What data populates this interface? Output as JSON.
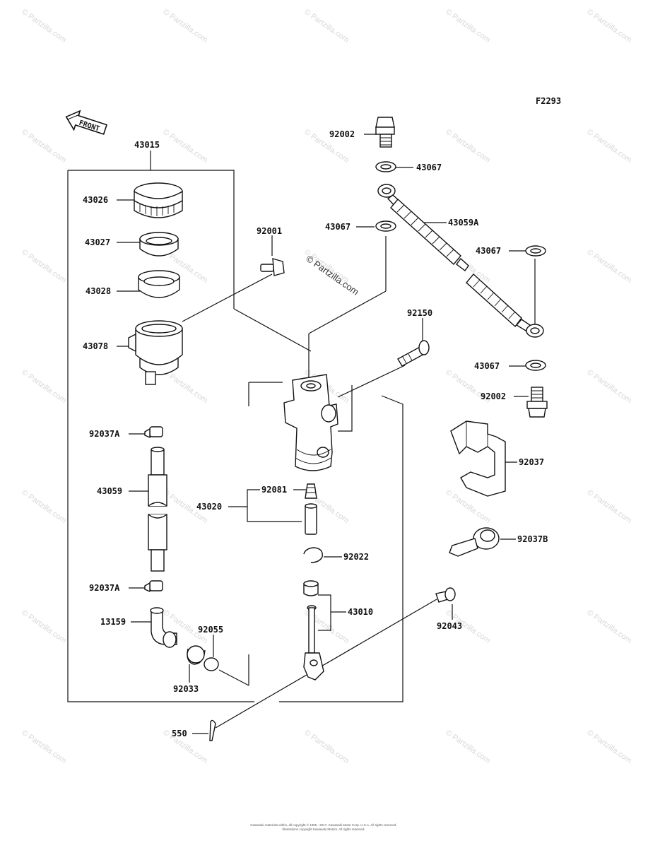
{
  "figure_code": "F2293",
  "front_label": "FRONT",
  "watermark": "© Partzilla.com",
  "center_watermark": "© Partzilla.com",
  "footer": {
    "line1": "Kawasaki materials within, all copyright © 1995 - 2017, Kawasaki Motor Corp. U.S.A. All rights reserved.",
    "line2": "Illustrations copyright Kawasaki Motors. All rights reserved."
  },
  "parts": {
    "p43015": "43015",
    "p43026": "43026",
    "p43027": "43027",
    "p43028": "43028",
    "p43078": "43078",
    "p92037A_top": "92037A",
    "p43059": "43059",
    "p92037A_bot": "92037A",
    "p13159": "13159",
    "p92055": "92055",
    "p92033": "92033",
    "p550": "550",
    "p92001": "92001",
    "p92002_top": "92002",
    "p43067_a": "43067",
    "p43067_b": "43067",
    "p43059A": "43059A",
    "p43067_c": "43067",
    "p92150": "92150",
    "p43067_d": "43067",
    "p92002_bot": "92002",
    "p92037": "92037",
    "p92081": "92081",
    "p43020": "43020",
    "p92022": "92022",
    "p43010": "43010",
    "p92037B": "92037B",
    "p92043": "92043"
  }
}
